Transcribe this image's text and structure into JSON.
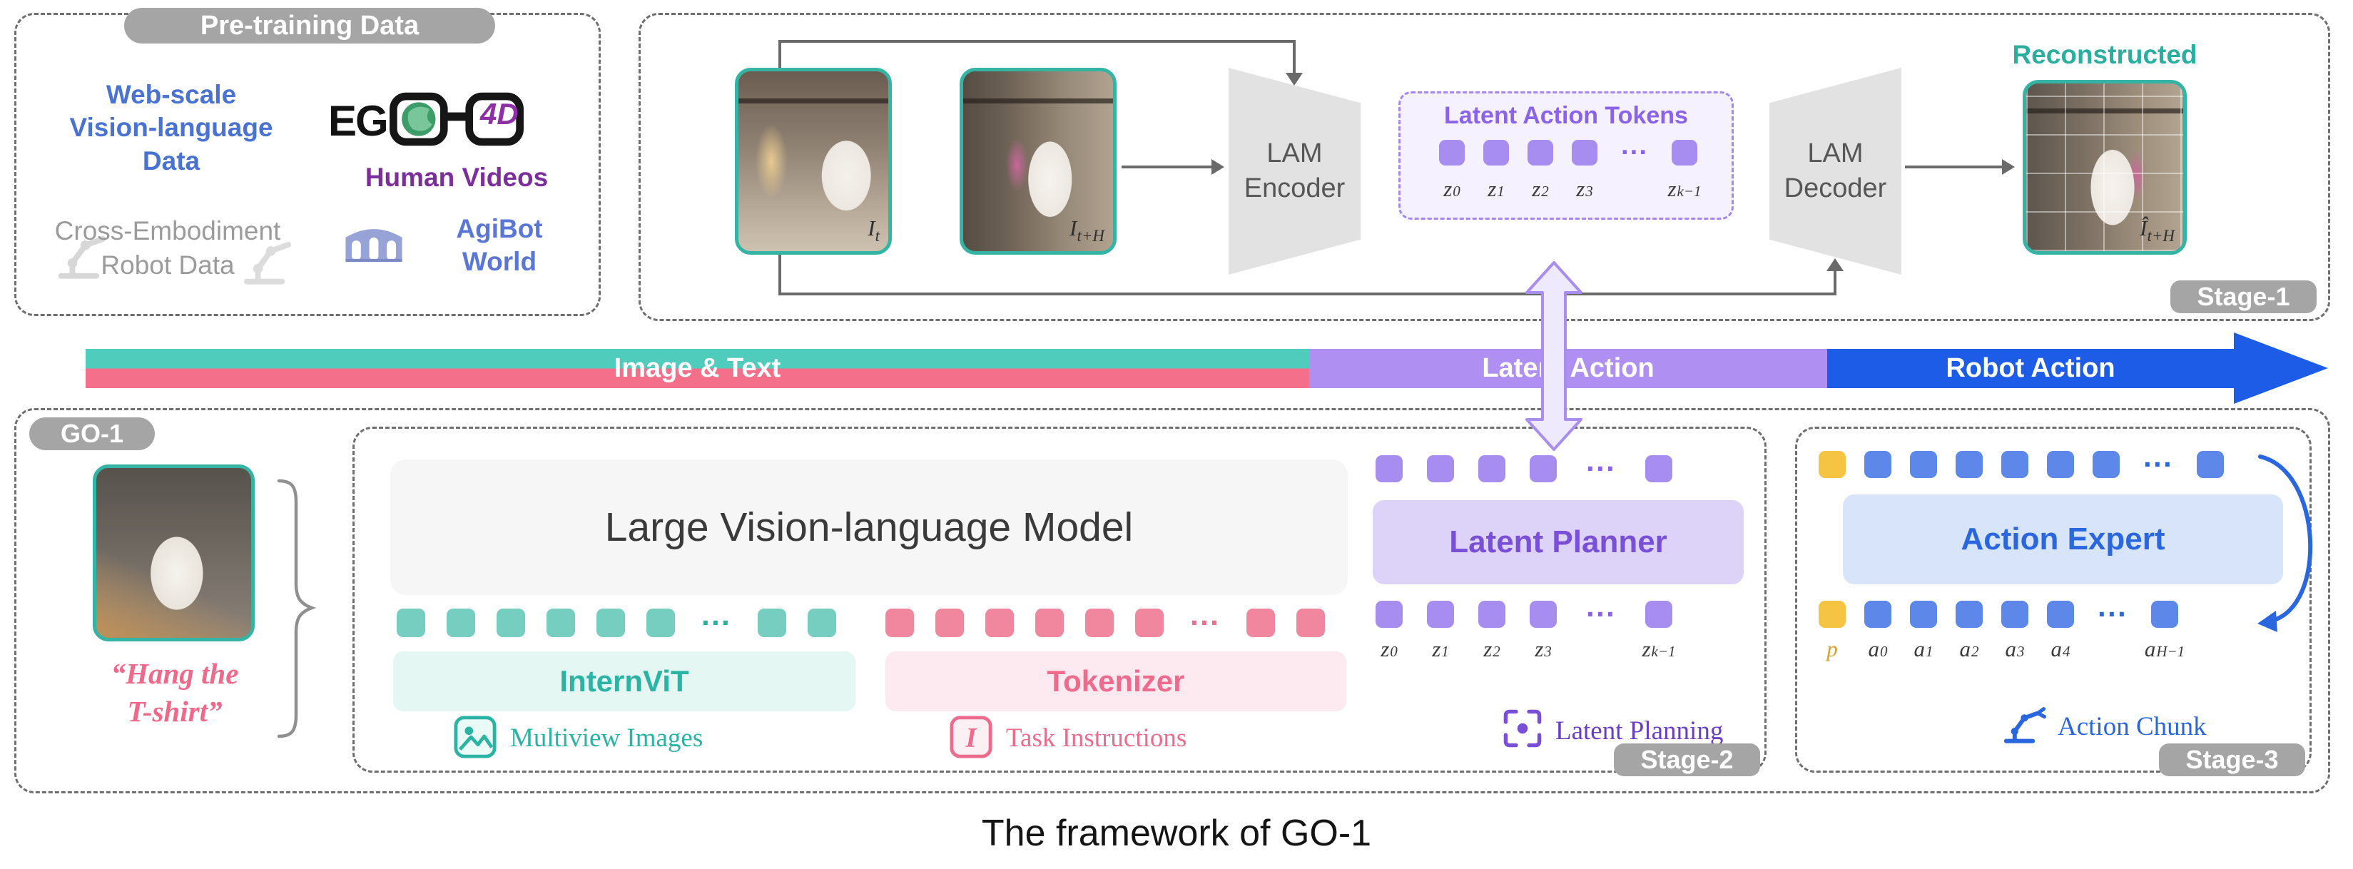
{
  "dots": "···",
  "caption": "The framework of GO-1",
  "pretraining": {
    "title": "Pre-training Data",
    "web_scale": "Web-scale\nVision-language\nData",
    "ego_prefix": "EG",
    "ego_suffix": "4D",
    "human_videos": "Human Videos",
    "cross_embodiment": "Cross-Embodiment\nRobot Data",
    "agibot_world": "AgiBot\nWorld"
  },
  "stage1": {
    "badge": "Stage-1",
    "frame_t": {
      "base": "I",
      "sub": "t"
    },
    "frame_th": {
      "base": "I",
      "sub": "t+H"
    },
    "encoder_label": "LAM\nEncoder",
    "decoder_label": "LAM\nDecoder",
    "tokens_title": "Latent Action Tokens",
    "token_labels": [
      {
        "base": "z",
        "sub": "0"
      },
      {
        "base": "z",
        "sub": "1"
      },
      {
        "base": "z",
        "sub": "2"
      },
      {
        "base": "z",
        "sub": "3"
      },
      {
        "base": "z",
        "sub": "k−1"
      }
    ],
    "reconstructed_title": "Reconstructed",
    "recon_label": {
      "base": "Î",
      "sub": "t+H"
    }
  },
  "band": {
    "image_text": "Image & Text",
    "latent_action": "Latent Action",
    "robot_action": "Robot Action"
  },
  "go1": {
    "badge": "GO-1",
    "instruction": "“Hang the\nT-shirt”"
  },
  "stage2": {
    "badge": "Stage-2",
    "vlm_title": "Large Vision-language Model",
    "internvit_label": "InternViT",
    "tokenizer_label": "Tokenizer",
    "multiview_label": "Multiview Images",
    "task_label": "Task Instructions",
    "task_icon_glyph": "I",
    "planner_label": "Latent Planner",
    "planning_label": "Latent Planning",
    "token_labels": [
      {
        "base": "z",
        "sub": "0"
      },
      {
        "base": "z",
        "sub": "1"
      },
      {
        "base": "z",
        "sub": "2"
      },
      {
        "base": "z",
        "sub": "3"
      },
      {
        "base": "z",
        "sub": "k−1"
      }
    ]
  },
  "stage3": {
    "badge": "Stage-3",
    "expert_label": "Action Expert",
    "chunk_label": "Action Chunk",
    "p_label": {
      "base": "p"
    },
    "a_labels": [
      {
        "base": "a",
        "sub": "0"
      },
      {
        "base": "a",
        "sub": "1"
      },
      {
        "base": "a",
        "sub": "2"
      },
      {
        "base": "a",
        "sub": "3"
      },
      {
        "base": "a",
        "sub": "4"
      },
      {
        "base": "a",
        "sub": "H−1"
      }
    ]
  },
  "colors": {
    "teal": "#33b4a4",
    "pink": "#ee6b8d",
    "purple": "#8a63e8",
    "blue": "#2a66dd",
    "yellow": "#f5c443",
    "band_teal": "#4fccbc",
    "band_pink": "#f4708a",
    "band_purple": "#b08ff2",
    "band_blue": "#1d5ce6",
    "badge_gray": "#a5a5a5"
  }
}
